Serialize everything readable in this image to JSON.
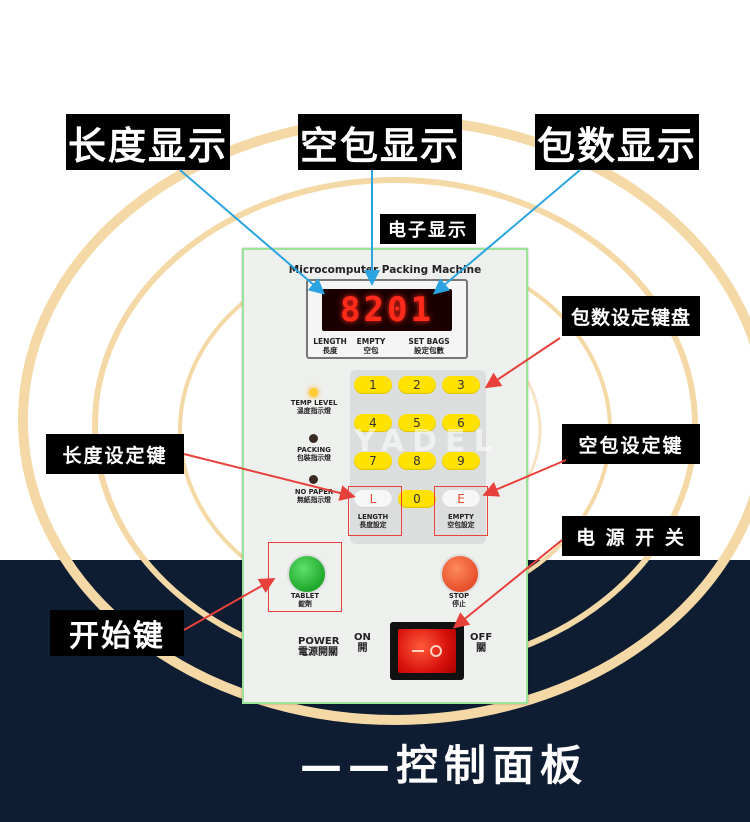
{
  "callouts": {
    "length_display": "长度显示",
    "empty_display": "空包显示",
    "bags_display": "包数显示",
    "electronic_display": "电子显示",
    "bag_keypad": "包数设定键盘",
    "length_key": "长度设定键",
    "empty_key": "空包设定键",
    "power_switch": "电 源 开 关",
    "start_key": "开始键"
  },
  "panel": {
    "title": "Microcomputer Packing Machine",
    "display_value": "8201",
    "display_labels": {
      "length_en": "LENGTH",
      "length_cn": "長度",
      "empty_en": "EMPTY",
      "empty_cn": "空包",
      "setbags_en": "SET BAGS",
      "setbags_cn": "設定包數"
    },
    "keys": [
      "1",
      "2",
      "3",
      "4",
      "5",
      "6",
      "7",
      "8",
      "9"
    ],
    "key_zero": "0",
    "key_length": "L",
    "key_empty": "E",
    "key_length_label_en": "LENGTH",
    "key_length_label_cn": "長度設定",
    "key_empty_label_en": "EMPTY",
    "key_empty_label_cn": "空包設定",
    "indicators": [
      {
        "en": "TEMP LEVEL",
        "cn": "溫度指示燈",
        "color": "#ffcc33"
      },
      {
        "en": "PACKING",
        "cn": "包裝指示燈",
        "color": "#3a2b22"
      },
      {
        "en": "NO PAPER",
        "cn": "無紙指示燈",
        "color": "#3a2b22"
      }
    ],
    "tablet_en": "TABLET",
    "tablet_cn": "錠劑",
    "stop_en": "STOP",
    "stop_cn": "停止",
    "power_en": "POWER",
    "power_cn": "電源開關",
    "on_en": "ON",
    "on_cn": "開",
    "off_en": "OFF",
    "off_cn": "關",
    "watermark": "YADEL"
  },
  "footer_title": "——控制面板",
  "colors": {
    "navy": "#0f1d33",
    "ring": "#f4d9a6",
    "arrow_blue": "#2aa3e0",
    "arrow_red": "#e8403a",
    "key_yellow": "#ffe200",
    "green_button": "#2db83a",
    "stop_button": "#ef6a2c"
  }
}
